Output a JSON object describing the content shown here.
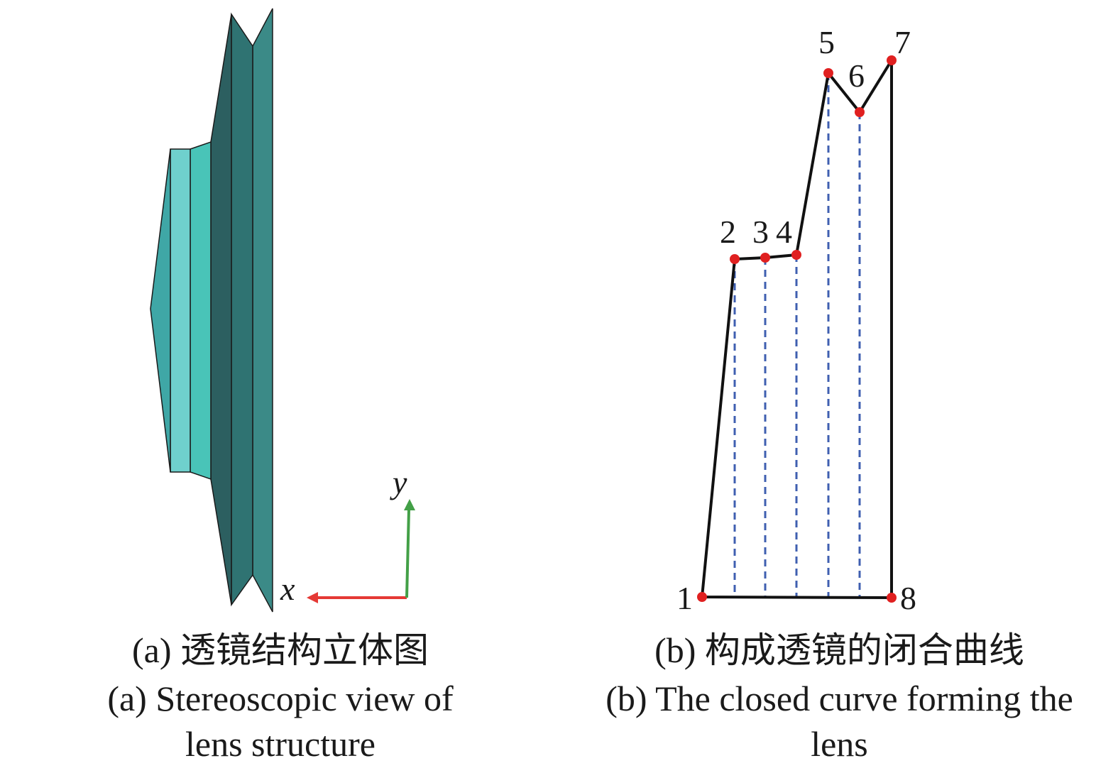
{
  "panel_a": {
    "caption_cn": "(a) 透镜结构立体图",
    "caption_en": "(a) Stereoscopic view of lens structure",
    "axes": {
      "x_label": "x",
      "y_label": "y",
      "x_color": "#e53935",
      "y_color": "#43a047"
    },
    "colors": {
      "dark": "#2c5f60",
      "mid": "#3a8e8c",
      "light": "#6fd0cd",
      "accent": "#49c4b8",
      "outline": "#1a1a1a"
    }
  },
  "panel_b": {
    "caption_cn": "(b) 构成透镜的闭合曲线",
    "caption_en": "(b) The closed curve forming the lens",
    "point_labels": [
      "1",
      "2",
      "3",
      "4",
      "5",
      "6",
      "7",
      "8"
    ],
    "colors": {
      "curve": "#111111",
      "point": "#e02020",
      "dashed": "#3f5fb0"
    }
  }
}
